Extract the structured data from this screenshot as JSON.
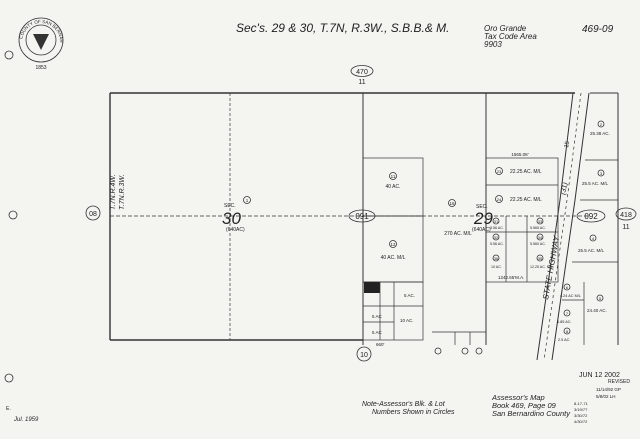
{
  "header": {
    "title": "Sec's. 29 & 30, T.7N, R.3W., S.B.B.& M.",
    "tax_area_1": "Oro Grande",
    "tax_area_2": "Tax Code Area",
    "tax_area_3": "9903",
    "page_ref": "469-09"
  },
  "seal": {
    "text": "COUNTY OF SAN BERNARDINO",
    "year": "1853"
  },
  "adjacent": {
    "top": "470",
    "top_sub": "11",
    "left": "08",
    "right": "418",
    "right_sub": "11",
    "bottom": "10"
  },
  "township_lines": [
    "T.7N.R.4W.",
    "T.7N.R.3W."
  ],
  "sections": {
    "sec30_label": "SEC.",
    "sec30_num": "30",
    "sec30_area": "(640AC)",
    "sec29_label": "SEC.",
    "sec29_num": "29",
    "sec29_area": "(640AC)"
  },
  "blocks": {
    "b091": "091",
    "b092": "092"
  },
  "parcels": [
    {
      "num": "1",
      "area": ""
    },
    {
      "num": "11",
      "area": "40 AC."
    },
    {
      "num": "12",
      "area": "40 AC. M/L"
    },
    {
      "num": "16",
      "area": "270 AC. M/L"
    },
    {
      "num": "23",
      "area": "22.25 AC. M/L"
    },
    {
      "num": "24",
      "area": "22.25 AC. M/L"
    },
    {
      "num": "31",
      "area": "5.56 AC."
    },
    {
      "num": "32",
      "area": "5.56 AC."
    },
    {
      "num": "33",
      "area": "5.565 AC."
    },
    {
      "num": "34",
      "area": "5.560 AC."
    },
    {
      "num": "35",
      "area": "12.25 AC. M/L"
    },
    {
      "num": "36",
      "area": "10 AC."
    },
    {
      "num": "2",
      "area": "25.38 AC."
    },
    {
      "num": "3",
      "area": "25.5 AC. M/L"
    },
    {
      "num": "4",
      "area": "25.5 AC. M/L"
    },
    {
      "num": "5",
      "area": "24.40 AC."
    },
    {
      "num": "6",
      "area": "4.24 AC M/L"
    },
    {
      "num": "7",
      "area": "6.85 AC."
    },
    {
      "num": "8",
      "area": "2.5 AC."
    }
  ],
  "small_lots": {
    "ac5a": "5 AC",
    "ac5b": "5 AC",
    "ac10": "10 AC.",
    "ac5c": "5 AC.",
    "dims_1": "660'",
    "dims_2": "1565.08'",
    "dims_3": "1242.65'M.A."
  },
  "road": {
    "name": "STATE HIGHWAY",
    "route": "(31)",
    "number": "15"
  },
  "revised": {
    "label": "REVISED",
    "dates": [
      "11/14/92 GP",
      "5/8/02 LH"
    ],
    "history": [
      "8-17-71",
      "3/19/77",
      "3/30/72",
      "4/30/72"
    ]
  },
  "stamp": "JUN 12 2002",
  "footer": {
    "note_line1": "Note-Assessor's Blk. & Lot",
    "note_line2": "Numbers Shown in Circles",
    "book_line1": "Assessor's Map",
    "book_line2": "Book 469, Page 09",
    "book_line3": "San Bernardino County",
    "date_left": "Jul. 1959",
    "corner_e": "E."
  }
}
